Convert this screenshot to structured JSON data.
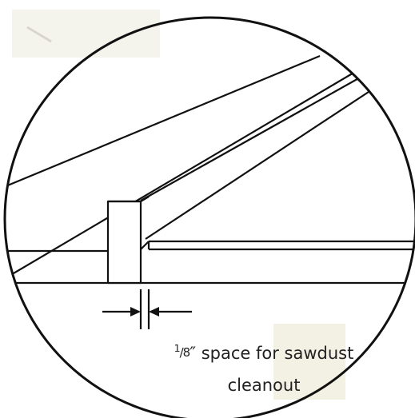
{
  "caption": {
    "fraction_numerator": "1",
    "fraction_denominator": "8",
    "line1_rest": "″ space for sawdust",
    "line2": "cleanout"
  },
  "colors": {
    "stroke": "#111111",
    "background": "#ffffff",
    "scan_stain": "#f1efe4"
  }
}
